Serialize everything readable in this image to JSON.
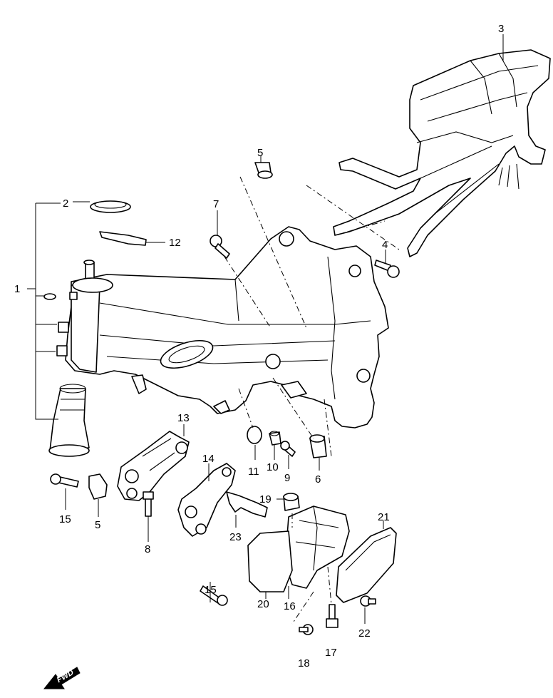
{
  "callouts": [
    "1",
    "2",
    "3",
    "4",
    "5",
    "6",
    "7",
    "8",
    "9",
    "10",
    "11",
    "12",
    "13",
    "14",
    "15",
    "16",
    "17",
    "18",
    "19",
    "20",
    "21",
    "22",
    "23"
  ],
  "callout_extra": {
    "five_b": "5",
    "fifteen_b": "15"
  },
  "fwd_label": "FWD"
}
